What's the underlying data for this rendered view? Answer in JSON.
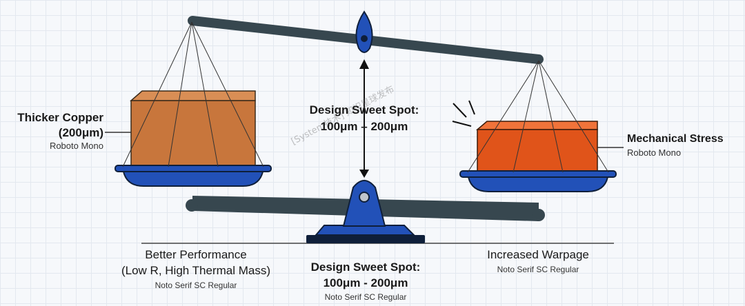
{
  "left_label": {
    "title_line1": "Thicker Copper",
    "title_line2": "(200μm)",
    "font_note": "Roboto Mono"
  },
  "right_label": {
    "title": "Mechanical Stress",
    "font_note": "Roboto Mono"
  },
  "center_label": {
    "line1": "Design Sweet Spot:",
    "line2": "100μm – 200μm"
  },
  "bottom_left": {
    "line1": "Better Performance",
    "line2": "(Low R, High Thermal Mass)",
    "font_note": "Noto Serif SC Regular"
  },
  "bottom_center": {
    "line1": "Design Sweet Spot:",
    "line2": "100μm - 200μm",
    "font_note": "Noto Serif SC Regular"
  },
  "bottom_right": {
    "line1": "Increased Warpage",
    "font_note": "Noto Serif SC Regular"
  },
  "watermark": "[System技术] 知识星球发布",
  "colors": {
    "beam": "#37474f",
    "blue": "#2251b8",
    "blue_dark": "#143a8a",
    "copper": "#c8763c",
    "stress_block": "#e0541a"
  }
}
